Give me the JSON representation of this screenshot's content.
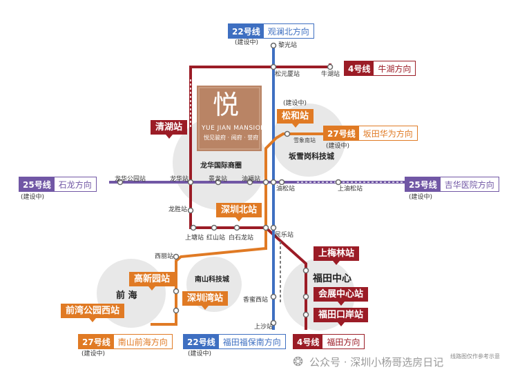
{
  "colors": {
    "line4": "#9b1c26",
    "line22": "#3e6fc1",
    "line25": "#7157a5",
    "line27": "#e07a24",
    "grey_track": "#7d7d7d"
  },
  "under_construction": "(建设中)",
  "line_boxes": {
    "l22_top": {
      "num": "22号线",
      "dir": "观澜北方向"
    },
    "l4_top": {
      "num": "4号线",
      "dir": "牛湖方向"
    },
    "l27_right": {
      "num": "27号线",
      "dir": "坂田华为方向"
    },
    "l25_left": {
      "num": "25号线",
      "dir": "石龙方向"
    },
    "l25_right": {
      "num": "25号线",
      "dir": "吉华医院方向"
    },
    "l27_bottom": {
      "num": "27号线",
      "dir": "南山前海方向"
    },
    "l22_bottom": {
      "num": "22号线",
      "dir": "福田福保南方向"
    },
    "l4_bottom": {
      "num": "4号线",
      "dir": "福田方向"
    }
  },
  "project": {
    "brand_glyph": "悦",
    "name_en": "YUE JIAN MANSION",
    "name_cn": "悦见骏府 · 阅府 · 誉府"
  },
  "areas": {
    "longhua": "龙华国际商圈",
    "bantian": "坂雪岗科技城",
    "qianhai": "前 海",
    "nanshan": "南山科技城",
    "futian": "福田中心"
  },
  "tags": {
    "qinghu": "清湖站",
    "songhe": "松和站",
    "szbei": "深圳北站",
    "gaoxinyuan": "高新园站",
    "szwan": "深圳湾站",
    "qianwan": "前湾公园西站",
    "shangmeilin": "上梅林站",
    "huizhan": "会展中心站",
    "futiankouan": "福田口岸站"
  },
  "stations": {
    "liguang": "黎光站",
    "songyuansha": "松元厦站",
    "niuhu": "牛湖站",
    "xuexiangnan": "雪象南站",
    "longhuagongyuan": "龙华公园站",
    "longhua": "龙华站",
    "jinglong": "景龙站",
    "youfu": "油福站",
    "yousong": "油松站",
    "shangyousong": "上油松站",
    "longsheng": "龙胜站",
    "shangtang": "上塘站",
    "hongshan": "红山站",
    "baishilong": "白石龙站",
    "minle": "民乐站",
    "xili": "西丽站",
    "xiangmixi": "香蜜西站",
    "shangsha": "上沙站"
  },
  "footer": {
    "note": "线路图仅作参考示意",
    "watermark": "公众号 · 深圳小杨哥选房日记"
  }
}
